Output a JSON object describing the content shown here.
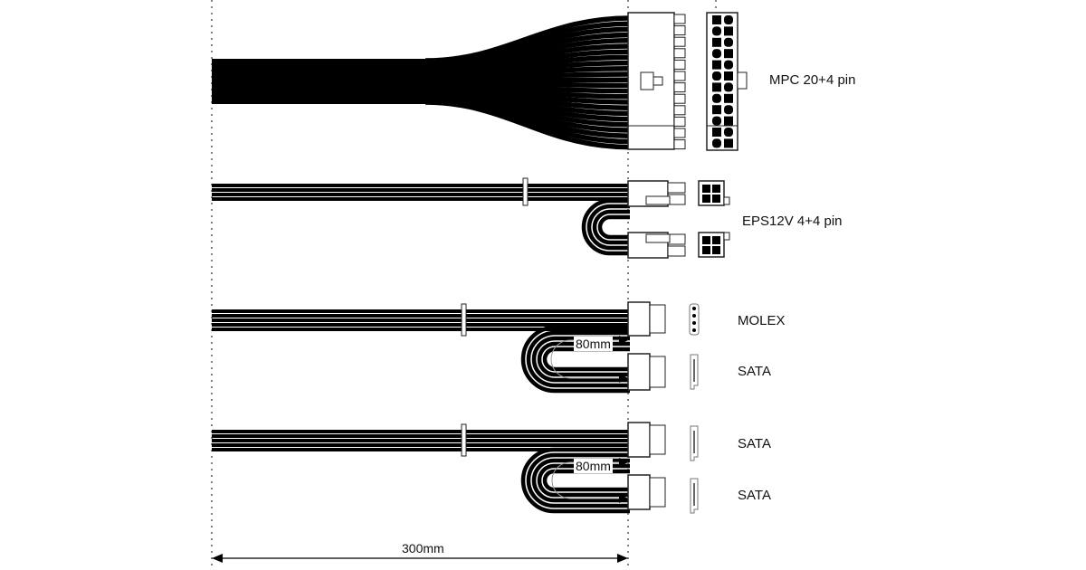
{
  "connectors": [
    {
      "id": "atx",
      "label": "MPC 20+4 pin"
    },
    {
      "id": "eps",
      "label": "EPS12V 4+4 pin"
    },
    {
      "id": "molex",
      "label": "MOLEX"
    },
    {
      "id": "sata1",
      "label": "SATA"
    },
    {
      "id": "sata2",
      "label": "SATA"
    },
    {
      "id": "sata3",
      "label": "SATA"
    }
  ],
  "dimensions": {
    "main_length": "300mm",
    "spacing_1": "80mm",
    "spacing_2": "80mm"
  },
  "colors": {
    "cable": "#000000",
    "outline": "#222222",
    "background": "#ffffff"
  }
}
